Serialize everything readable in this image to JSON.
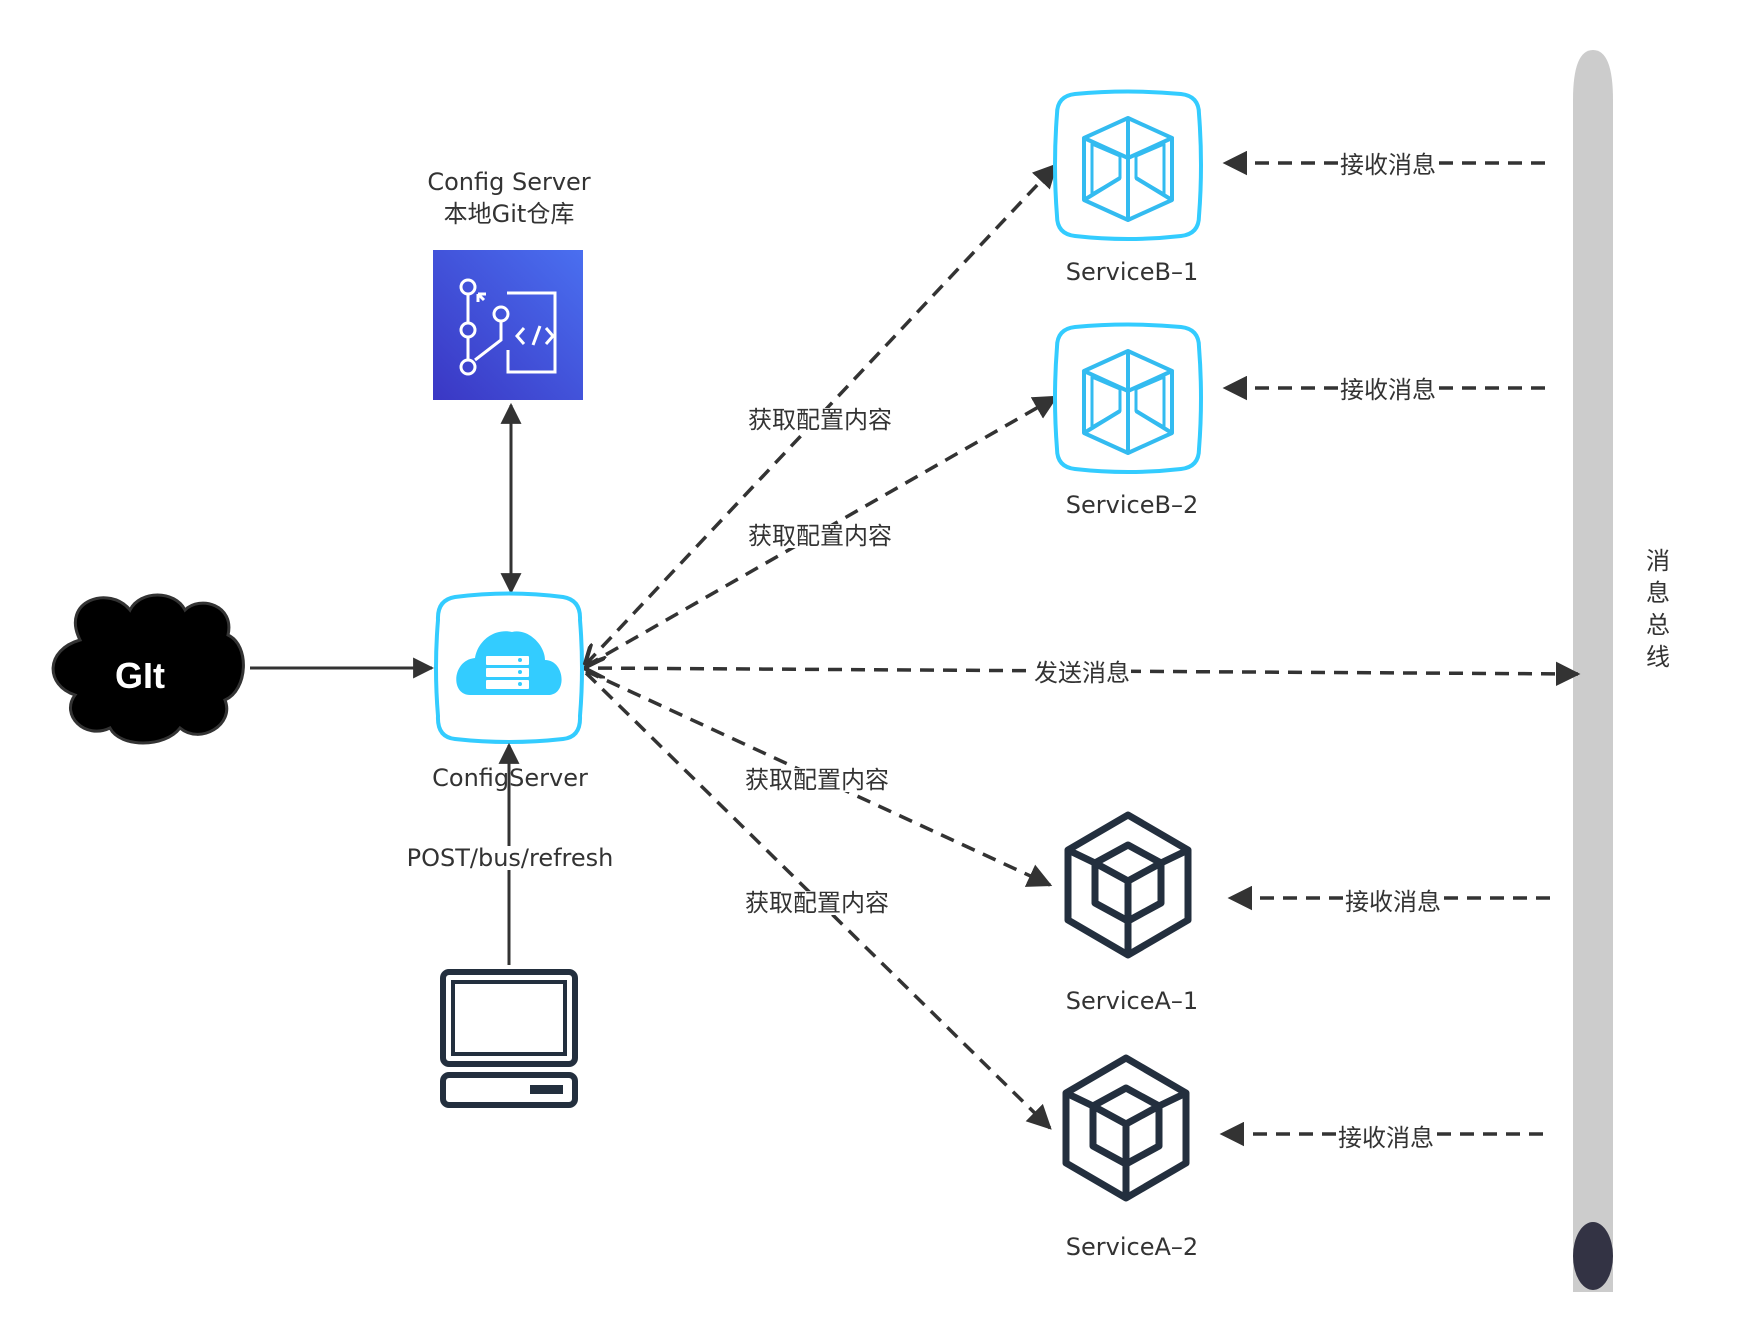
{
  "title": "Spring Cloud Bus config refresh architecture",
  "nodes": {
    "git": {
      "label": "GIt",
      "icon": "cloud-icon",
      "fill": "#000000"
    },
    "git_repo": {
      "label_line1": "Config Server",
      "label_line2": "本地Git仓库",
      "icon": "git-repository-icon",
      "color": "#3f51d6"
    },
    "config_server": {
      "label": "ConfigServer",
      "icon": "cloud-server-icon",
      "color": "#33ccff"
    },
    "client": {
      "icon": "computer-icon",
      "color": "#232f3e"
    },
    "service_b1": {
      "label": "ServiceB–1",
      "icon": "box-icon",
      "color": "#33bbf0"
    },
    "service_b2": {
      "label": "ServiceB–2",
      "icon": "box-icon",
      "color": "#33bbf0"
    },
    "service_a1": {
      "label": "ServiceA–1",
      "icon": "hex-cube-icon",
      "color": "#232f3e"
    },
    "service_a2": {
      "label": "ServiceA–2",
      "icon": "hex-cube-icon",
      "color": "#232f3e"
    },
    "bus": {
      "label": "消息总线",
      "color": "#cccccc",
      "end_color": "#333344"
    }
  },
  "edges": {
    "refresh_request": "POST/bus/refresh",
    "fetch_config": "获取配置内容",
    "send_message": "发送消息",
    "receive_message": "接收消息"
  },
  "colors": {
    "line": "#333333",
    "accent_blue": "#33ccff"
  }
}
